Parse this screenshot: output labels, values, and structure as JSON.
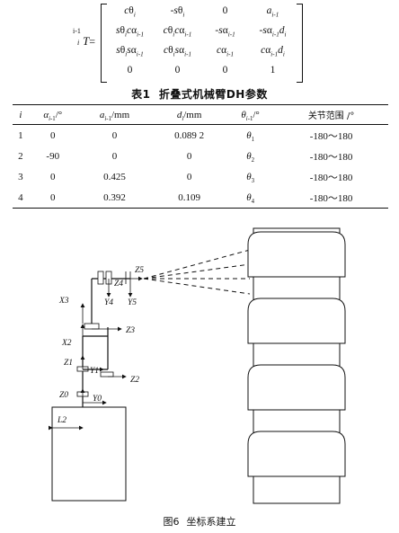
{
  "matrix": {
    "lhs": {
      "pre_sup": "i-1",
      "pre_sub": "i",
      "symbol": "T"
    },
    "rows": [
      [
        "cθ_i",
        "-sθ_i",
        "0",
        "a_i-1"
      ],
      [
        "sθ_i cα_i-1",
        "cθ_i cα_i-1",
        "-sα_i-1",
        "-sα_i-1 d_i"
      ],
      [
        "sθ_i sα_i-1",
        "cθ_i sα_i-1",
        "cα_i-1",
        "cα_i-1 d_i"
      ],
      [
        "0",
        "0",
        "0",
        "1"
      ]
    ]
  },
  "table": {
    "caption_label": "表1",
    "caption_text": "折叠式机械臂DH参数",
    "headers": [
      "i",
      "α_i-1/°",
      "a_i-1/mm",
      "d_i/mm",
      "θ_i-1/°",
      "关节范围 /°"
    ],
    "rows": [
      [
        "1",
        "0",
        "0",
        "0.089 2",
        "θ1",
        "-180～180"
      ],
      [
        "2",
        "-90",
        "0",
        "0",
        "θ2",
        "-180～180"
      ],
      [
        "3",
        "0",
        "0.425",
        "0",
        "θ3",
        "-180～180"
      ],
      [
        "4",
        "0",
        "0.392",
        "0.109",
        "θ4",
        "-180～180"
      ]
    ]
  },
  "figure": {
    "caption_label": "图6",
    "caption_text": "坐标系建立",
    "labels": {
      "z5": "Z5",
      "z4": "Z4",
      "y4": "Y4",
      "y5": "Y5",
      "x3": "X3",
      "z3": "Z3",
      "x2": "X2",
      "z1": "Z1",
      "y1": "Y1",
      "z2": "Z2",
      "z0": "Z0",
      "y0": "Y0",
      "l2": "L2"
    }
  }
}
